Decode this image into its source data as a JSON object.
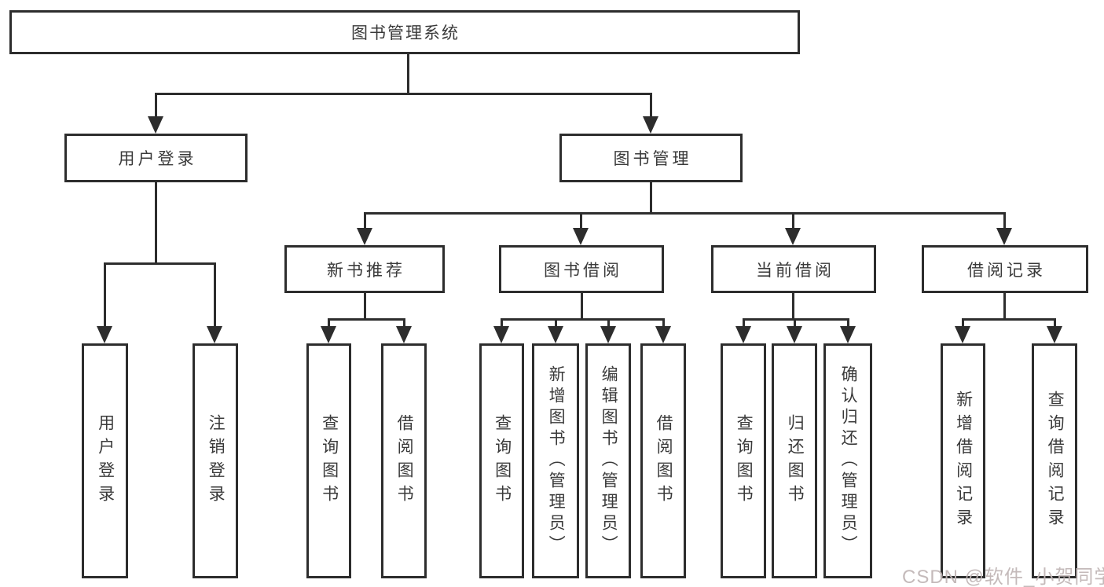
{
  "root": {
    "label": "图书管理系统"
  },
  "level2": {
    "user_login": "用户登录",
    "book_mgmt": "图书管理"
  },
  "level3": {
    "new_book": "新书推荐",
    "book_borrow": "图书借阅",
    "current_borrow": "当前借阅",
    "borrow_record": "借阅记录"
  },
  "leaves": {
    "user_login": [
      "用户登录",
      "注销登录"
    ],
    "new_book": [
      "查询图书",
      "借阅图书"
    ],
    "book_borrow": [
      "查询图书",
      "新增图书（管理员）",
      "编辑图书（管理员）",
      "借阅图书"
    ],
    "current_borrow": [
      "查询图书",
      "归还图书",
      "确认归还（管理员）"
    ],
    "borrow_record": [
      "新增借阅记录",
      "查询借阅记录"
    ]
  },
  "watermark": "CSDN @软件_小贺同学",
  "colors": {
    "line": "#2d2d2d",
    "text": "#3a3a3a",
    "background": "#ffffff",
    "watermark": "#c1b6b6"
  }
}
